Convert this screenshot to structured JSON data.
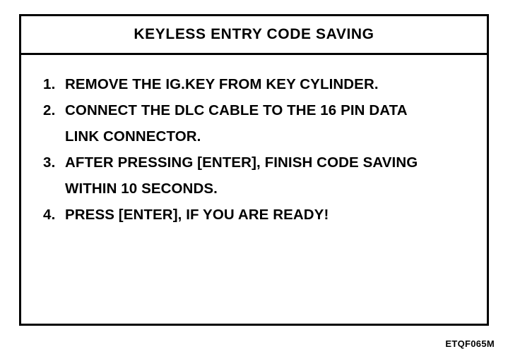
{
  "figure": {
    "title": "KEYLESS ENTRY CODE SAVING",
    "code": "ETQF065M",
    "border_color": "#000000",
    "background_color": "#ffffff",
    "text_color": "#000000"
  },
  "steps": [
    {
      "number": "1.",
      "lines": [
        "REMOVE THE IG.KEY FROM KEY CYLINDER."
      ]
    },
    {
      "number": "2.",
      "lines": [
        "CONNECT THE DLC CABLE TO THE 16 PIN DATA",
        "LINK CONNECTOR."
      ]
    },
    {
      "number": "3.",
      "lines": [
        "AFTER PRESSING [ENTER], FINISH CODE SAVING",
        "WITHIN 10 SECONDS."
      ]
    },
    {
      "number": "4.",
      "lines": [
        "PRESS [ENTER], IF YOU ARE READY!"
      ]
    }
  ]
}
